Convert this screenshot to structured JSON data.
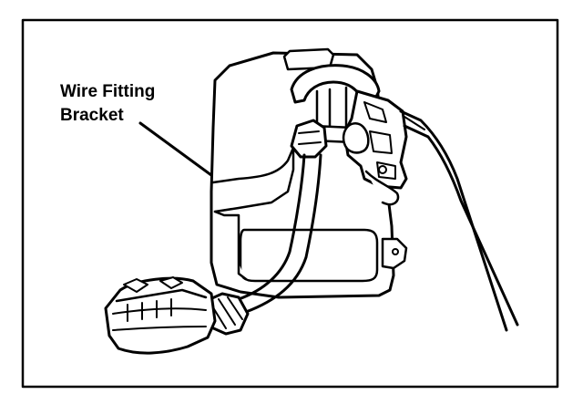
{
  "figure": {
    "callout": {
      "line1": "Wire Fitting",
      "line2": "Bracket"
    }
  },
  "colors": {
    "ink": "#000000",
    "paper": "#ffffff"
  },
  "icons": {
    "part": "wire-fitting-bracket-assembly",
    "connector": "power-plug-connector",
    "cable": "wire-cable"
  }
}
